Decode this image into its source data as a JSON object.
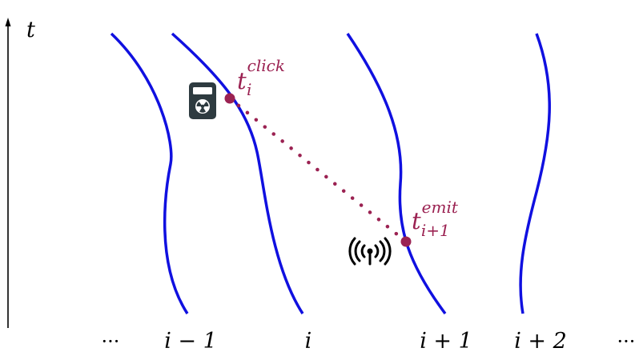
{
  "axis": {
    "label": "t"
  },
  "worldlines": [
    {
      "label": "i − 1"
    },
    {
      "label": "i"
    },
    {
      "label": "i + 1"
    },
    {
      "label": "i + 2"
    }
  ],
  "ellipsis_left": "···",
  "ellipsis_right": "···",
  "events": {
    "click": {
      "base": "t",
      "sub": "i",
      "sup": "click"
    },
    "emit": {
      "base": "t",
      "sub": "i+1",
      "sup": "emit"
    }
  },
  "icons": {
    "detector": "geiger-counter-icon",
    "emitter": "antenna-signal-icon"
  },
  "colors": {
    "worldline": "#1010e0",
    "event": "#9b2252",
    "axis": "#000000",
    "icon": "#2e3b40"
  }
}
